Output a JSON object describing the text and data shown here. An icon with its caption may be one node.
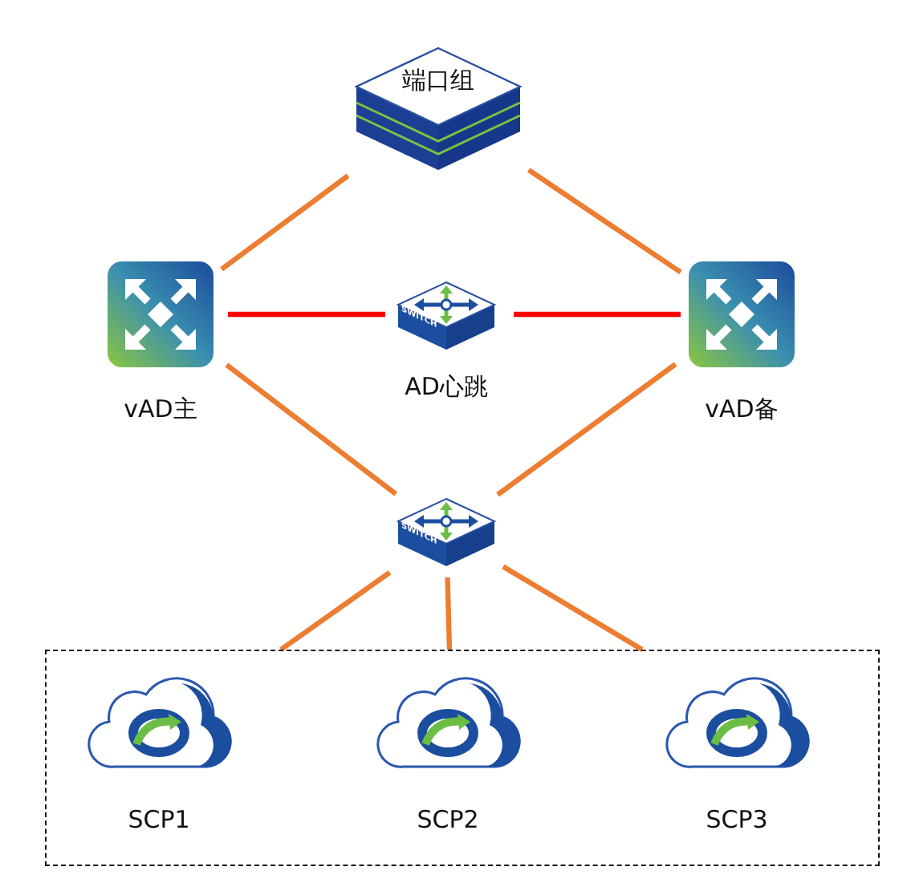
{
  "diagram": {
    "nodes": [
      {
        "text": [
          "端口组"
        ]
      },
      {
        "text": [
          "vAD主"
        ]
      },
      {
        "text": [
          "AD心跳"
        ]
      },
      {
        "text": [
          "vAD备"
        ]
      },
      {
        "text": [],
        "shape": "picture"
      },
      {
        "text": [],
        "shape": "box"
      },
      {
        "text": [
          "SCP1"
        ],
        "in": 5
      },
      {
        "text": [
          "SCP2"
        ],
        "in": 5
      },
      {
        "text": [
          "SCP3"
        ],
        "in": 5
      }
    ],
    "edges": [
      {
        "from": 0,
        "to": 1,
        "arrow": "none"
      },
      {
        "from": 0,
        "to": 3,
        "arrow": "none"
      },
      {
        "from": 1,
        "to": 2,
        "arrow": "none",
        "color": "#ff0000"
      },
      {
        "from": 2,
        "to": 3,
        "arrow": "none",
        "color": "#ff0000"
      },
      {
        "from": 1,
        "to": 4,
        "arrow": "none"
      },
      {
        "from": 3,
        "to": 4,
        "arrow": "none"
      },
      {
        "from": 4,
        "to": 5,
        "arrow": "none"
      },
      {
        "from": 4,
        "to": 5,
        "arrow": "none"
      },
      {
        "from": 4,
        "to": 5,
        "arrow": "none"
      }
    ],
    "labels": [
      "SWITCH",
      "SWITCH"
    ]
  }
}
